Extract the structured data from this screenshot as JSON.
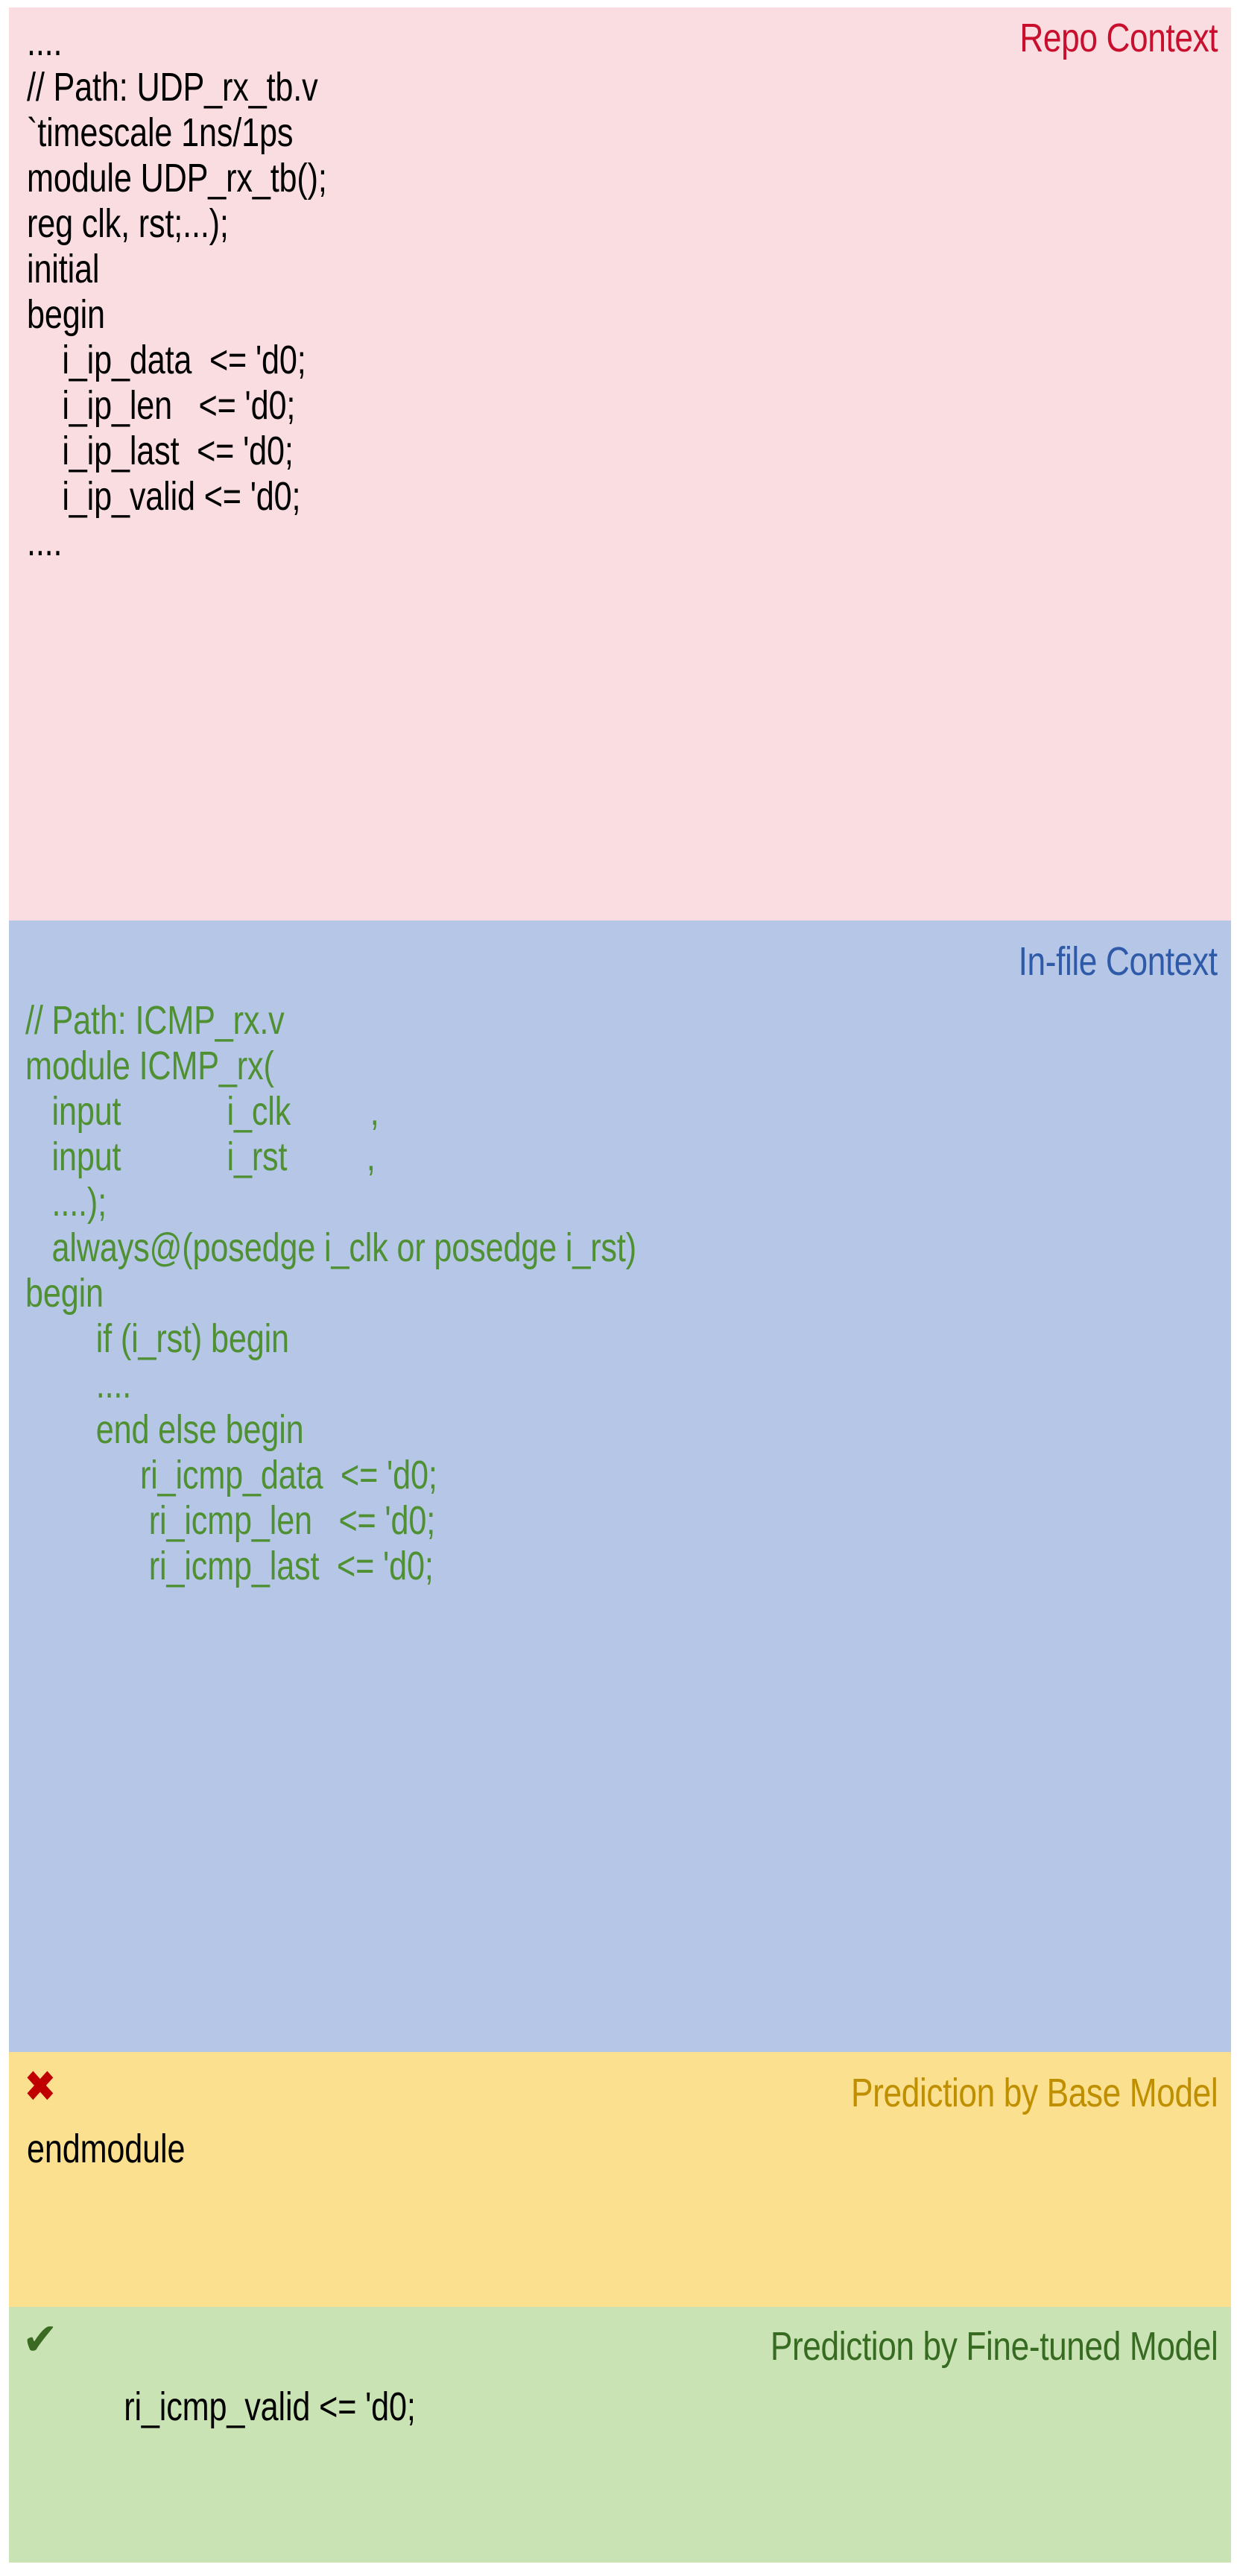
{
  "panels": {
    "repo_context": {
      "label": "Repo Context",
      "label_color": "#C8102E",
      "background": "#FADDE1",
      "text_color": "#000000",
      "code": "....\n// Path: UDP_rx_tb.v\n`timescale 1ns/1ps\nmodule UDP_rx_tb();\nreg clk, rst;...);\ninitial\nbegin\n    i_ip_data  <= 'd0;\n    i_ip_len   <= 'd0;\n    i_ip_last  <= 'd0;\n    i_ip_valid <= 'd0;\n...."
    },
    "in_file_context": {
      "label": "In-file Context",
      "label_color": "#2E5AA8",
      "background": "#B6C6E6",
      "text_color": "#4E9032",
      "code": "// Path: ICMP_rx.v\nmodule ICMP_rx(\n   input            i_clk         ,\n   input            i_rst         ,\n   ....);\n   always@(posedge i_clk or posedge i_rst)\nbegin\n        if (i_rst) begin\n        ....\n        end else begin\n             ri_icmp_data  <= 'd0;\n              ri_icmp_len   <= 'd0;\n              ri_icmp_last  <= 'd0;"
    },
    "base_model_prediction": {
      "label": "Prediction by Base Model",
      "label_color": "#BF8F00",
      "background": "#FBE08F",
      "mark": "✖",
      "mark_name": "cross-mark-icon",
      "mark_color": "#C00000",
      "text_color": "#000000",
      "code": "endmodule"
    },
    "fine_tuned_prediction": {
      "label": "Prediction by Fine-tuned Model",
      "label_color": "#376B21",
      "background": "#CAE3B5",
      "mark": "✔",
      "mark_name": "check-mark-icon",
      "mark_color": "#3B6B22",
      "text_color": "#000000",
      "code": "           ri_icmp_valid <= 'd0;"
    }
  }
}
